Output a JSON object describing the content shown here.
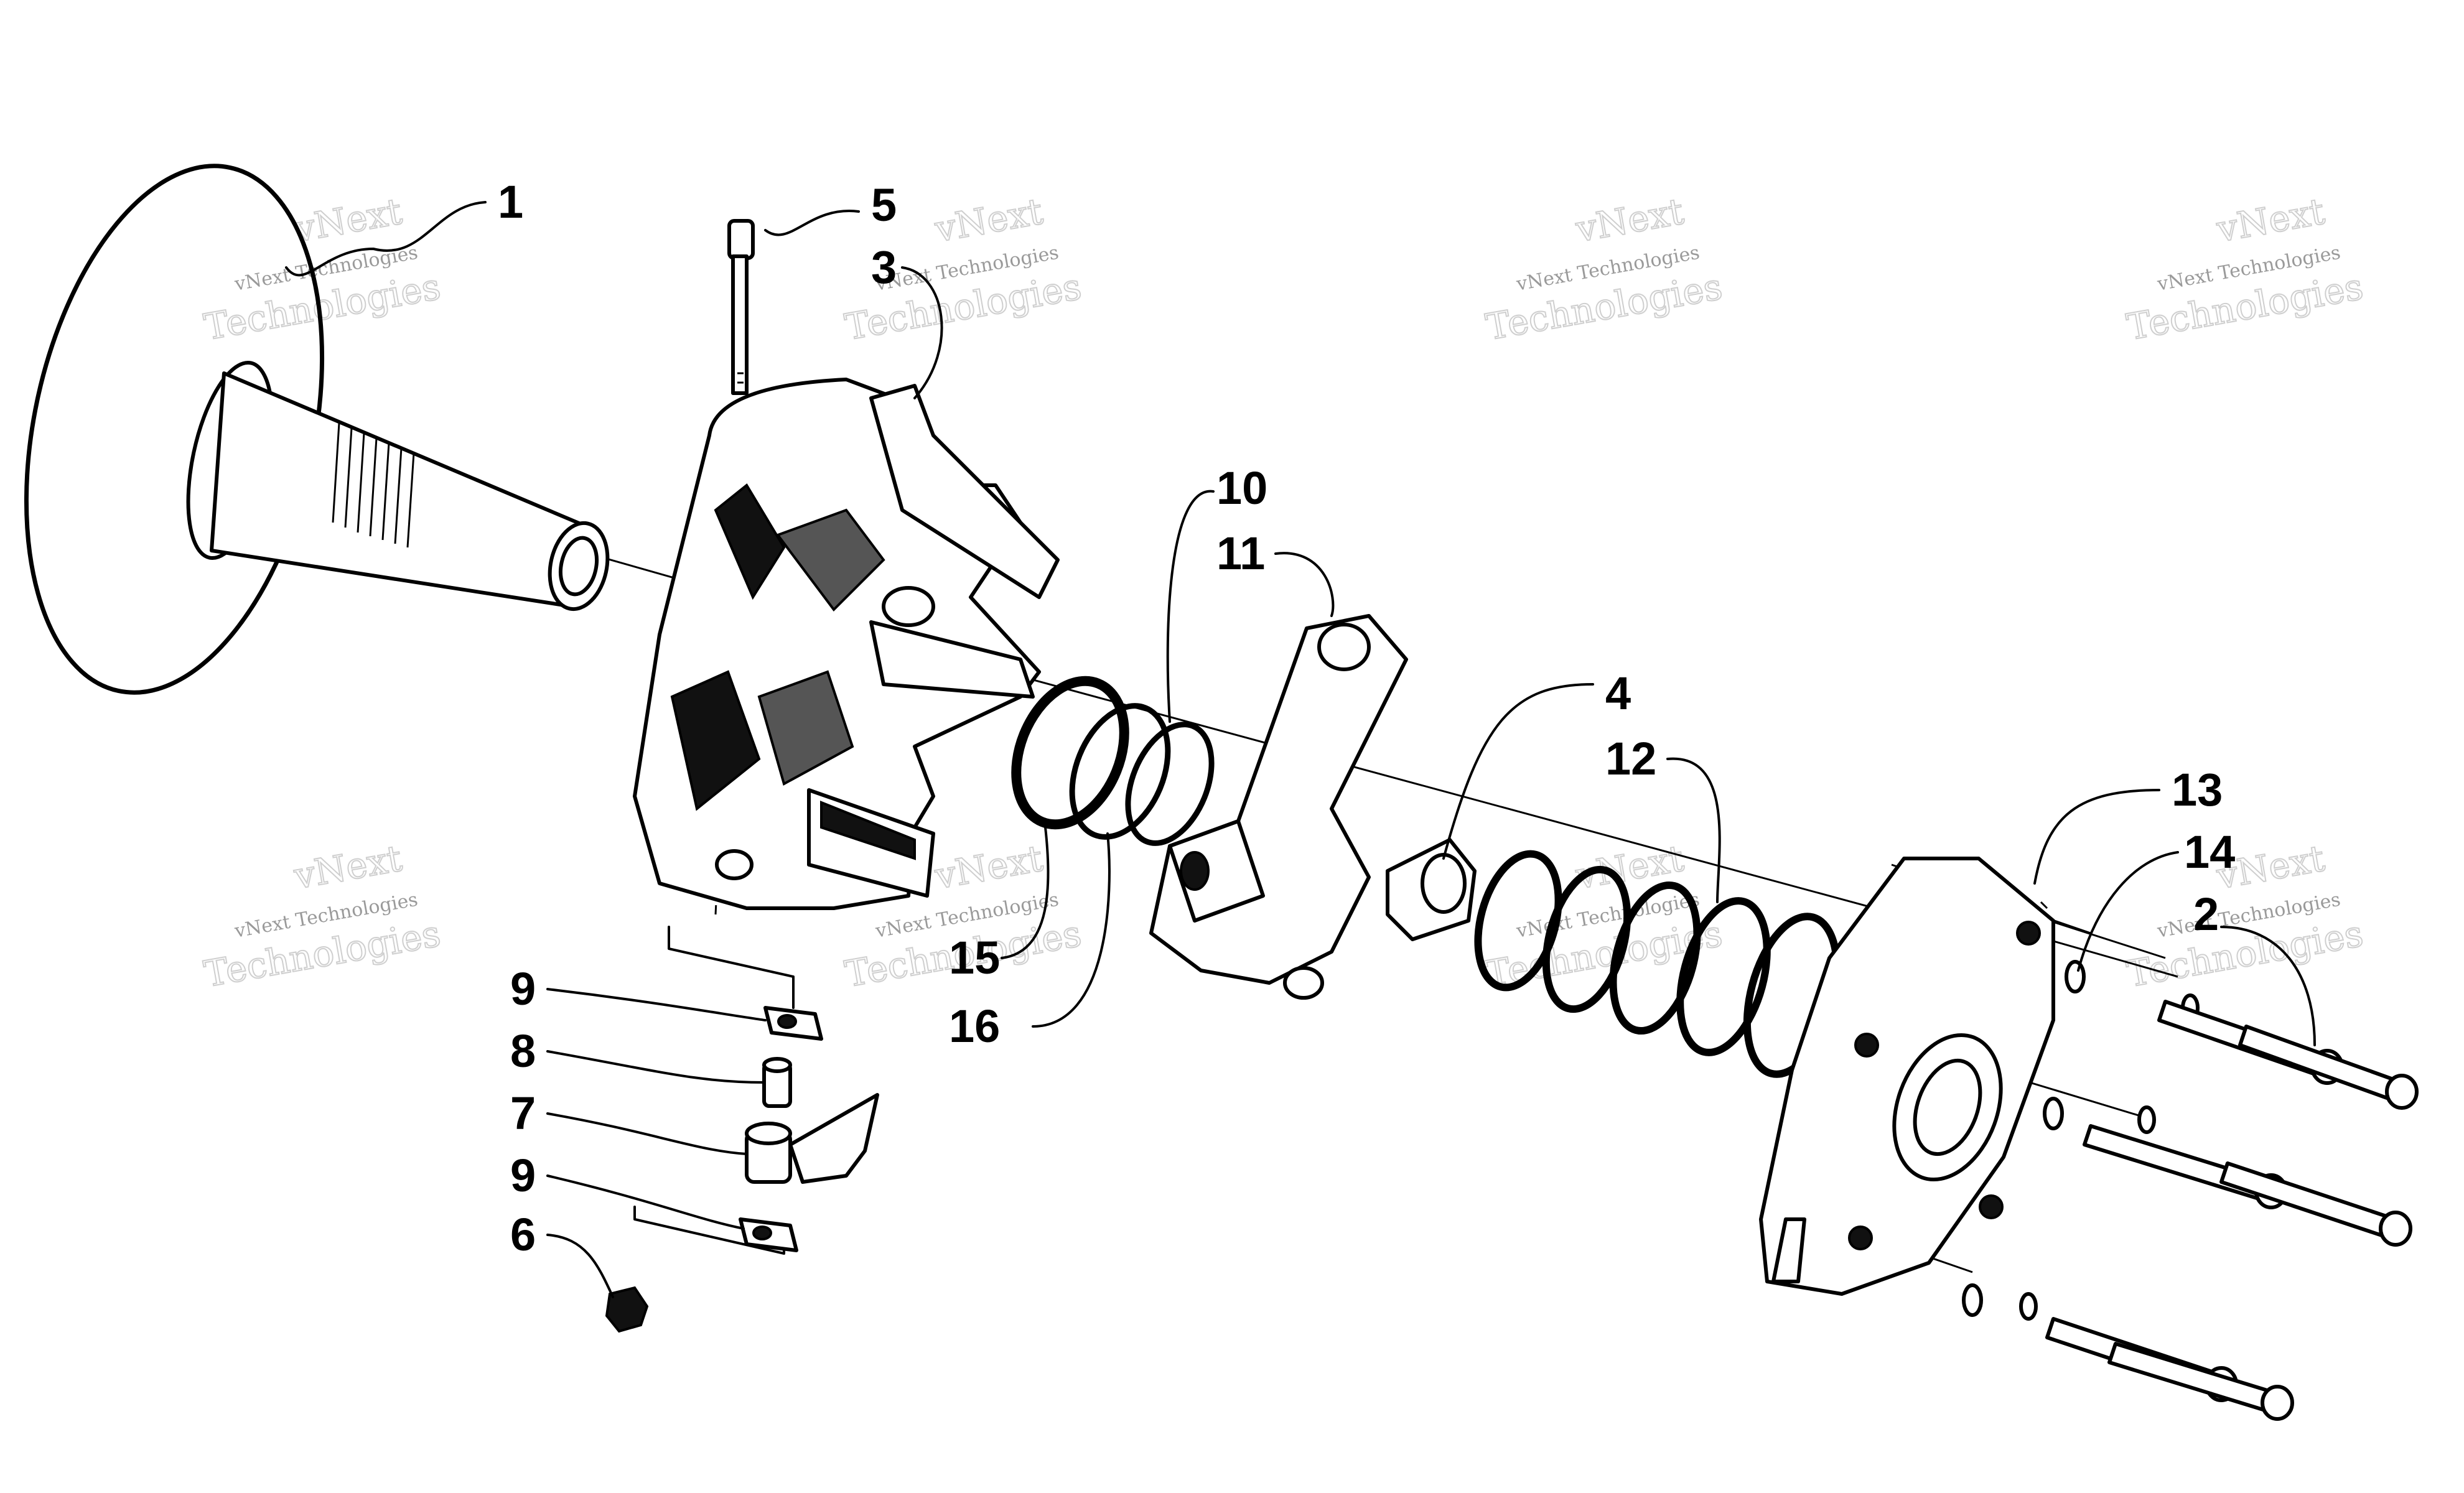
{
  "diagram": {
    "callouts": [
      {
        "id": "1",
        "label": "1"
      },
      {
        "id": "5",
        "label": "5"
      },
      {
        "id": "3",
        "label": "3"
      },
      {
        "id": "10",
        "label": "10"
      },
      {
        "id": "11",
        "label": "11"
      },
      {
        "id": "4",
        "label": "4"
      },
      {
        "id": "12",
        "label": "12"
      },
      {
        "id": "13",
        "label": "13"
      },
      {
        "id": "14",
        "label": "14"
      },
      {
        "id": "2",
        "label": "2"
      },
      {
        "id": "15",
        "label": "15"
      },
      {
        "id": "16",
        "label": "16"
      },
      {
        "id": "9a",
        "label": "9"
      },
      {
        "id": "8",
        "label": "8"
      },
      {
        "id": "7",
        "label": "7"
      },
      {
        "id": "9b",
        "label": "9"
      },
      {
        "id": "6",
        "label": "6"
      }
    ],
    "watermark": {
      "line1": "vNext",
      "line2": "vNext Technologies",
      "line3": "Technologies"
    }
  }
}
